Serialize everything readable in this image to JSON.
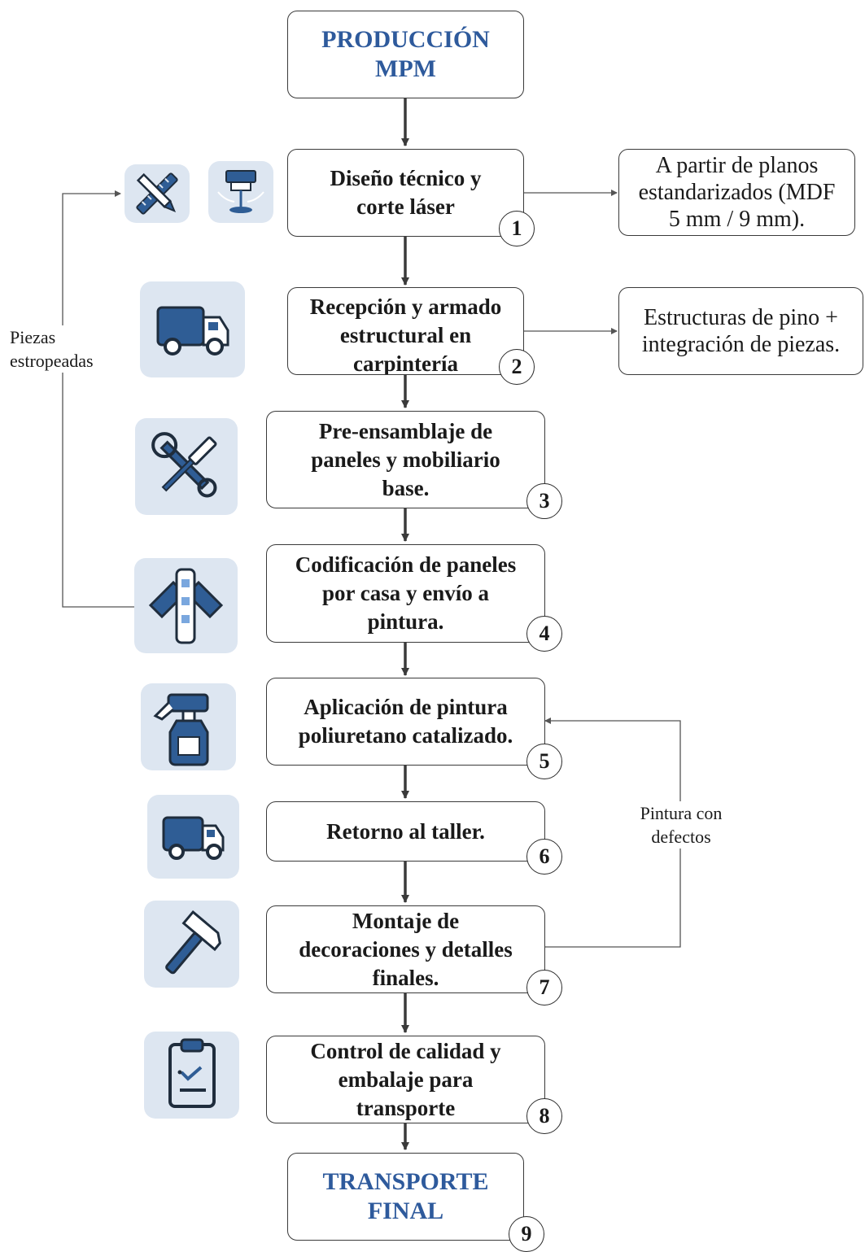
{
  "start": {
    "lines": [
      "PRODUCCIÓN",
      "MPM"
    ]
  },
  "steps": [
    {
      "lines": [
        "Diseño técnico y",
        "corte láser"
      ],
      "number": "1"
    },
    {
      "lines": [
        "Recepción y armado",
        "estructural en",
        "carpintería"
      ],
      "number": "2"
    },
    {
      "lines": [
        "Pre-ensamblaje de",
        "paneles y mobiliario",
        "base."
      ],
      "number": "3"
    },
    {
      "lines": [
        "Codificación de paneles",
        "por casa y envío a",
        "pintura."
      ],
      "number": "4"
    },
    {
      "lines": [
        "Aplicación de pintura",
        "poliuretano catalizado."
      ],
      "number": "5"
    },
    {
      "lines": [
        "Retorno al taller."
      ],
      "number": "6"
    },
    {
      "lines": [
        "Montaje de",
        "decoraciones y detalles",
        "finales."
      ],
      "number": "7"
    },
    {
      "lines": [
        "Control de calidad y",
        "embalaje para",
        "transporte"
      ],
      "number": "8"
    }
  ],
  "end": {
    "lines": [
      "TRANSPORTE",
      "FINAL"
    ],
    "number": "9"
  },
  "notes": [
    {
      "lines": [
        "A partir de planos",
        "estandarizados (MDF",
        "5 mm / 9 mm)."
      ]
    },
    {
      "lines": [
        "Estructuras de pino +",
        "integración de piezas."
      ]
    }
  ],
  "loops": {
    "left_label": [
      "Piezas",
      "estropeadas"
    ],
    "right_label": [
      "Pintura con",
      "defectos"
    ]
  },
  "icons": [
    "pencil-ruler-icon",
    "laser-cutter-icon",
    "truck-icon",
    "wrench-screwdriver-icon",
    "color-swatch-icon",
    "spray-bottle-icon",
    "truck-icon",
    "hammer-icon",
    "clipboard-check-icon"
  ],
  "colors": {
    "title_blue": "#2e5a9c",
    "icon_blue": "#2f5d95",
    "tile_bg": "#dde6f1",
    "line": "#3a3a3a"
  }
}
